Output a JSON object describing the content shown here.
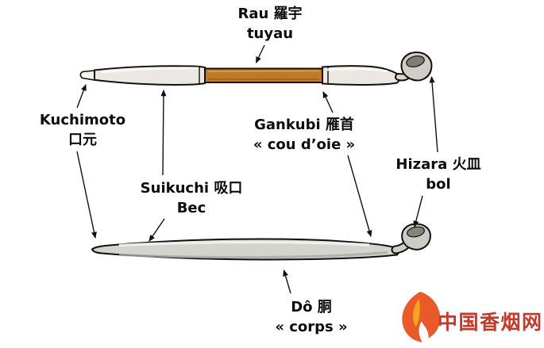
{
  "diagram": {
    "labels": {
      "rau": {
        "line1": "Rau 羅宇",
        "line2": "tuyau"
      },
      "kuchimoto": {
        "line1": "Kuchimoto",
        "line2": "口元"
      },
      "suikuchi": {
        "line1": "Suikuchi 吸口",
        "line2": "Bec"
      },
      "gankubi": {
        "line1": "Gankubi 雁首",
        "line2": "« cou d’oie »"
      },
      "hizara": {
        "line1": "Hizara 火皿",
        "line2": "bol"
      },
      "do": {
        "line1": "Dô 胴",
        "line2": "« corps »"
      }
    }
  },
  "watermark": {
    "site_name": "中国香烟网"
  },
  "colors": {
    "background": "#ffffff",
    "label_text": "#0d0d0d",
    "outline": "#111111",
    "bamboo_shaft": "#bd7b26",
    "metal_ivory": "#eae8e0",
    "metal_gray": "#d4d4ce",
    "watermark_red": "#c5392a",
    "watermark_orange": "#e85a2a",
    "watermark_yellow": "#f6a41e"
  }
}
